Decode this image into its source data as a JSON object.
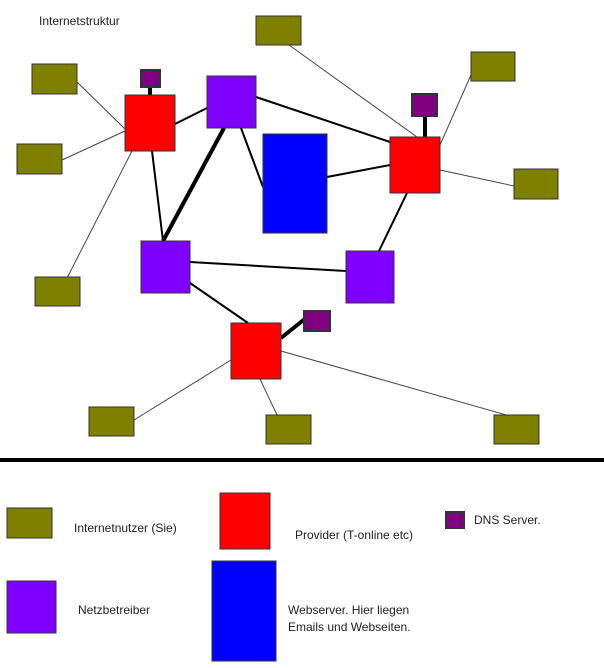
{
  "title": "Internetstruktur",
  "colors": {
    "user": "#808000",
    "provider": "#ff0000",
    "network": "#8000ff",
    "webserver": "#0000ff",
    "dns": "#800080"
  },
  "node_types": {
    "user": "Internetnutzer (Sie)",
    "provider": "Provider (T-online etc)",
    "network": "Netzbetreiber",
    "webserver": "Webserver. Hier liegen Emails und Webseiten.",
    "dns": "DNS Server."
  },
  "nodes": [
    {
      "id": "user-1",
      "type": "user"
    },
    {
      "id": "user-2",
      "type": "user"
    },
    {
      "id": "user-3",
      "type": "user"
    },
    {
      "id": "user-4",
      "type": "user"
    },
    {
      "id": "user-5",
      "type": "user"
    },
    {
      "id": "user-6",
      "type": "user"
    },
    {
      "id": "user-7",
      "type": "user"
    },
    {
      "id": "user-8",
      "type": "user"
    },
    {
      "id": "user-9",
      "type": "user"
    },
    {
      "id": "provider-1",
      "type": "provider"
    },
    {
      "id": "provider-2",
      "type": "provider"
    },
    {
      "id": "provider-3",
      "type": "provider"
    },
    {
      "id": "network-1",
      "type": "network"
    },
    {
      "id": "network-2",
      "type": "network"
    },
    {
      "id": "network-3",
      "type": "network"
    },
    {
      "id": "webserver-1",
      "type": "webserver"
    },
    {
      "id": "dns-1",
      "type": "dns"
    },
    {
      "id": "dns-2",
      "type": "dns"
    },
    {
      "id": "dns-3",
      "type": "dns"
    }
  ],
  "edges": [
    {
      "from": "user-1",
      "to": "provider-1",
      "kind": "thin"
    },
    {
      "from": "user-2",
      "to": "provider-1",
      "kind": "thin"
    },
    {
      "from": "user-3",
      "to": "provider-1",
      "kind": "thin"
    },
    {
      "from": "user-4",
      "to": "provider-2",
      "kind": "thin"
    },
    {
      "from": "user-5",
      "to": "provider-2",
      "kind": "thin"
    },
    {
      "from": "user-6",
      "to": "provider-2",
      "kind": "thin"
    },
    {
      "from": "user-7",
      "to": "provider-3",
      "kind": "thin"
    },
    {
      "from": "user-8",
      "to": "provider-3",
      "kind": "thin"
    },
    {
      "from": "user-9",
      "to": "provider-3",
      "kind": "thin"
    },
    {
      "from": "dns-1",
      "to": "provider-1",
      "kind": "heavy"
    },
    {
      "from": "dns-2",
      "to": "provider-2",
      "kind": "heavy"
    },
    {
      "from": "dns-3",
      "to": "provider-3",
      "kind": "heavy"
    },
    {
      "from": "provider-1",
      "to": "network-1",
      "kind": "medium"
    },
    {
      "from": "provider-1",
      "to": "network-2",
      "kind": "medium"
    },
    {
      "from": "network-1",
      "to": "provider-2",
      "kind": "medium"
    },
    {
      "from": "network-1",
      "to": "network-2",
      "kind": "heavy"
    },
    {
      "from": "network-1",
      "to": "webserver-1",
      "kind": "medium"
    },
    {
      "from": "webserver-1",
      "to": "provider-2",
      "kind": "medium"
    },
    {
      "from": "provider-2",
      "to": "network-3",
      "kind": "medium"
    },
    {
      "from": "network-2",
      "to": "network-3",
      "kind": "medium"
    },
    {
      "from": "network-2",
      "to": "provider-3",
      "kind": "medium"
    }
  ],
  "legend": [
    {
      "type": "user",
      "label": "Internetnutzer (Sie)"
    },
    {
      "type": "provider",
      "label": "Provider (T-online etc)"
    },
    {
      "type": "dns",
      "label": "DNS Server."
    },
    {
      "type": "network",
      "label": "Netzbetreiber"
    },
    {
      "type": "webserver",
      "label": "Webserver. Hier liegen",
      "label2": "Emails und Webseiten."
    }
  ]
}
